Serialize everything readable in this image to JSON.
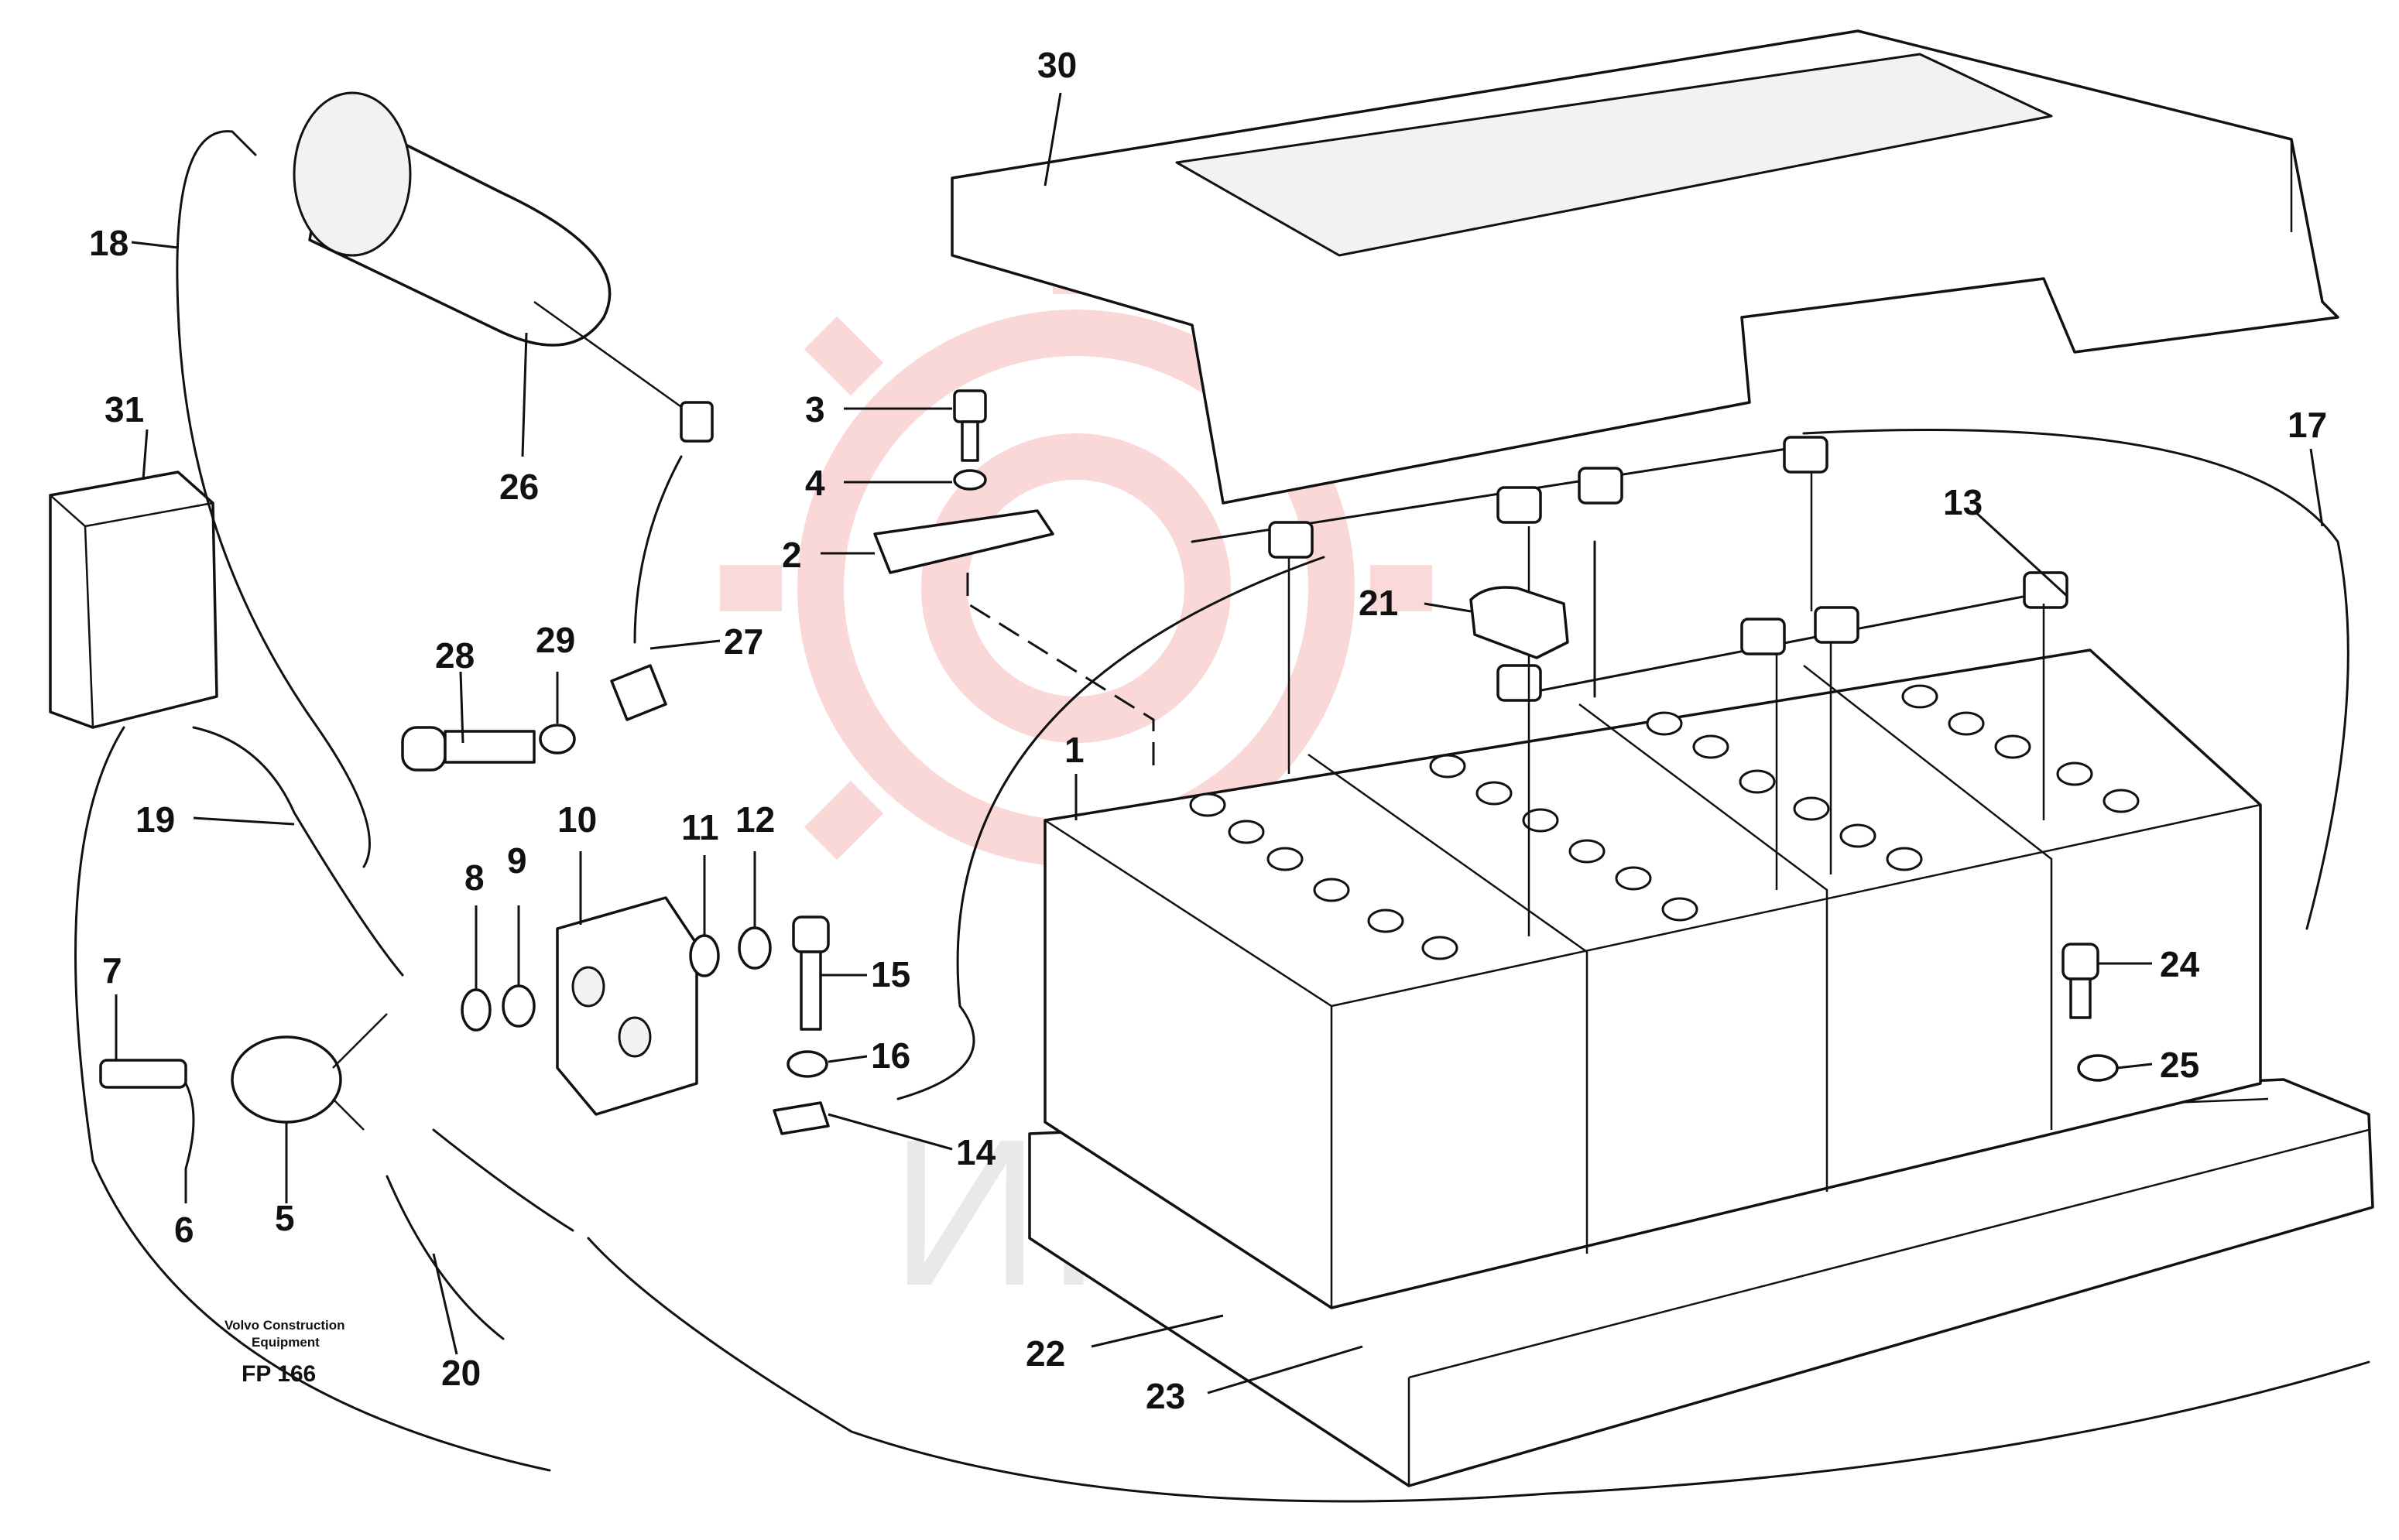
{
  "colors": {
    "line": "#111111",
    "watermark_red": "#e84040",
    "watermark_gray": "#9e9e9e",
    "background": "#ffffff"
  },
  "figure": {
    "maker_line_1": "Volvo Construction",
    "maker_line_2": "Equipment",
    "figure_code": "FP 166"
  },
  "watermark": {
    "text": "ИНТЕХ"
  },
  "callouts": [
    {
      "id": "c1",
      "label": "1"
    },
    {
      "id": "c2",
      "label": "2"
    },
    {
      "id": "c3",
      "label": "3"
    },
    {
      "id": "c4",
      "label": "4"
    },
    {
      "id": "c5",
      "label": "5"
    },
    {
      "id": "c6",
      "label": "6"
    },
    {
      "id": "c7",
      "label": "7"
    },
    {
      "id": "c8",
      "label": "8"
    },
    {
      "id": "c9",
      "label": "9"
    },
    {
      "id": "c10",
      "label": "10"
    },
    {
      "id": "c11",
      "label": "11"
    },
    {
      "id": "c12",
      "label": "12"
    },
    {
      "id": "c13",
      "label": "13"
    },
    {
      "id": "c14",
      "label": "14"
    },
    {
      "id": "c15",
      "label": "15"
    },
    {
      "id": "c16",
      "label": "16"
    },
    {
      "id": "c17",
      "label": "17"
    },
    {
      "id": "c18",
      "label": "18"
    },
    {
      "id": "c19",
      "label": "19"
    },
    {
      "id": "c20",
      "label": "20"
    },
    {
      "id": "c21",
      "label": "21"
    },
    {
      "id": "c22",
      "label": "22"
    },
    {
      "id": "c23",
      "label": "23"
    },
    {
      "id": "c24",
      "label": "24"
    },
    {
      "id": "c25",
      "label": "25"
    },
    {
      "id": "c26",
      "label": "26"
    },
    {
      "id": "c27",
      "label": "27"
    },
    {
      "id": "c28",
      "label": "28"
    },
    {
      "id": "c29",
      "label": "29"
    },
    {
      "id": "c30",
      "label": "30"
    },
    {
      "id": "c31",
      "label": "31"
    }
  ]
}
